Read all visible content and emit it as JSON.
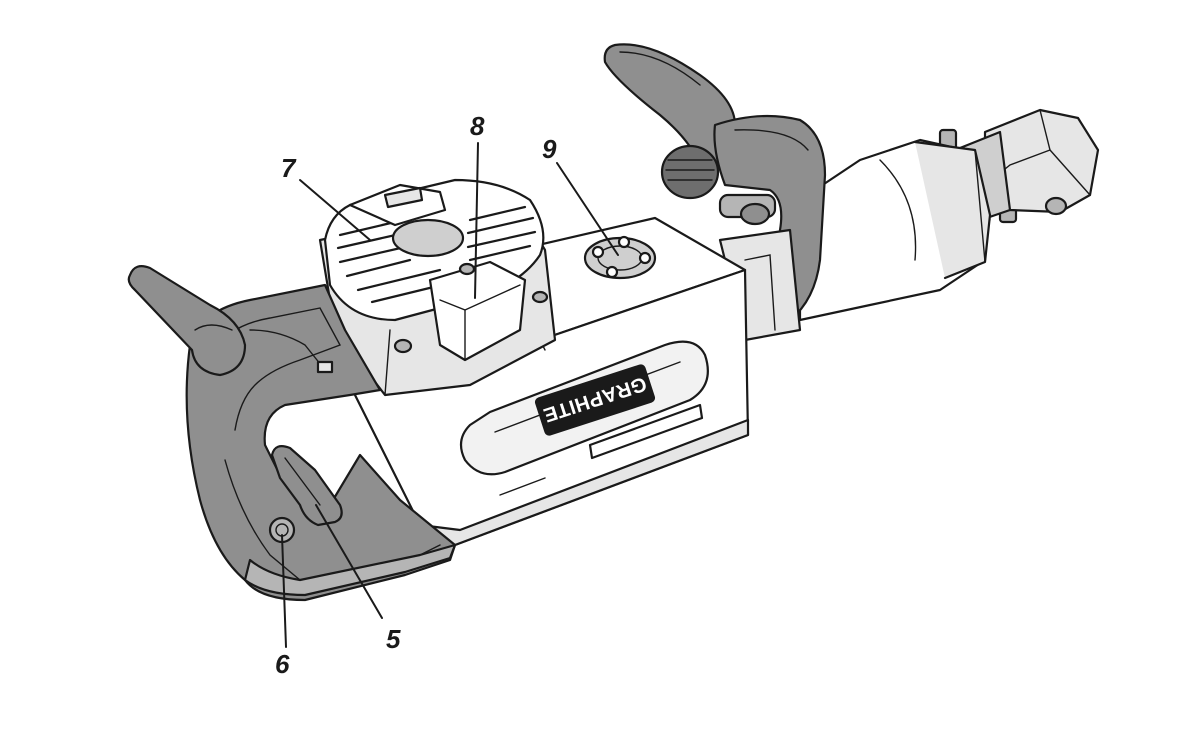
{
  "brand": {
    "logo_text": "GRAPHITE"
  },
  "colors": {
    "rubber": "#8f8f8f",
    "rubber_light": "#b5b5b5",
    "rubber_dark": "#6e6e6e",
    "body": "#ffffff",
    "light_gray": "#e6e6e6",
    "mid_gray": "#cfcfcf",
    "line": "#1a1a1a",
    "logo_bg": "#1a1a1a"
  },
  "callouts": [
    {
      "id": "5",
      "label": "5"
    },
    {
      "id": "6",
      "label": "6"
    },
    {
      "id": "7",
      "label": "7"
    },
    {
      "id": "8",
      "label": "8"
    },
    {
      "id": "9",
      "label": "9"
    }
  ]
}
